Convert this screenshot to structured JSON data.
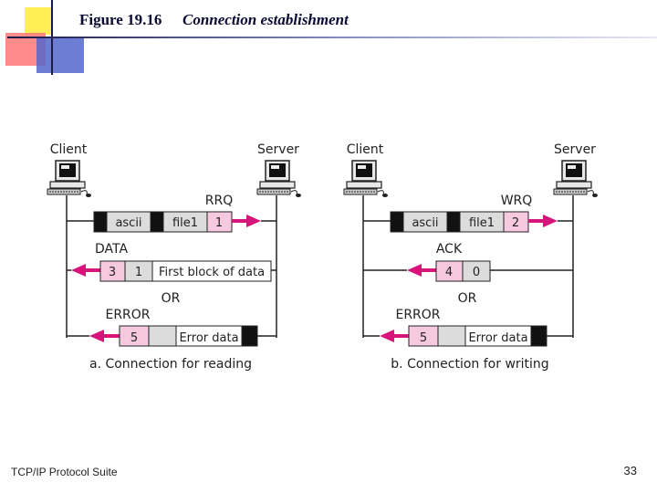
{
  "figure": {
    "label": "Figure 19.16",
    "title": "Connection establishment"
  },
  "footer": {
    "left": "TCP/IP Protocol Suite",
    "page": "33"
  },
  "diagram_a": {
    "client": "Client",
    "server": "Server",
    "request": {
      "name": "RRQ",
      "mode": "ascii",
      "file": "file1",
      "opcode": "1"
    },
    "reply": {
      "name": "DATA",
      "opcode": "3",
      "block": "1",
      "payload": "First block of data"
    },
    "or": "OR",
    "error": {
      "name": "ERROR",
      "opcode": "5",
      "payload": "Error data"
    },
    "caption": "a. Connection for reading"
  },
  "diagram_b": {
    "client": "Client",
    "server": "Server",
    "request": {
      "name": "WRQ",
      "mode": "ascii",
      "file": "file1",
      "opcode": "2"
    },
    "reply": {
      "name": "ACK",
      "opcode": "4",
      "block": "0"
    },
    "or": "OR",
    "error": {
      "name": "ERROR",
      "opcode": "5",
      "payload": "Error data"
    },
    "caption": "b. Connection for writing"
  },
  "colors": {
    "arrow": "#d6157a",
    "opcode_fill": "#f7c9e0",
    "cell_fill": "#dcdcdc",
    "black_cell": "#111111"
  }
}
